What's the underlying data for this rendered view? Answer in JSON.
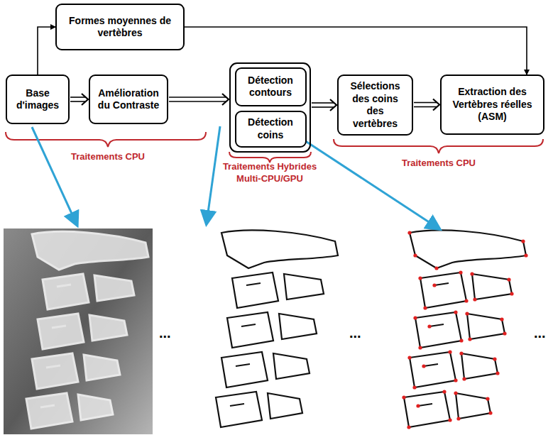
{
  "diagram": {
    "nodes": [
      {
        "text": [
          "Formes moyennes de vertèbres"
        ]
      },
      {
        "text": [
          "Base d'images"
        ]
      },
      {
        "text": [
          "Amélioration du Contraste"
        ]
      },
      {
        "text": [
          "Traitements Hybrides Multi-CPU/GPU"
        ]
      },
      {
        "text": [
          "Détection contours"
        ],
        "in": 3
      },
      {
        "text": [
          "Détection coins"
        ],
        "in": 3
      },
      {
        "text": [
          "Sélections des coins des vertèbres"
        ]
      },
      {
        "text": [
          "Extraction des Vertèbres réelles (ASM)"
        ]
      }
    ],
    "edges": [
      {
        "from": 1,
        "to": 0,
        "arrow": "to"
      },
      {
        "from": 0,
        "to": 7,
        "arrow": "to"
      },
      {
        "from": 1,
        "to": 2,
        "arrow": "to"
      },
      {
        "from": 2,
        "to": 3,
        "arrow": "to"
      },
      {
        "from": 3,
        "to": 6,
        "arrow": "to"
      },
      {
        "from": 6,
        "to": 7,
        "arrow": "to"
      }
    ],
    "labels": [
      "Traitements CPU",
      "Traitements CPU",
      "...",
      "...",
      "..."
    ]
  }
}
